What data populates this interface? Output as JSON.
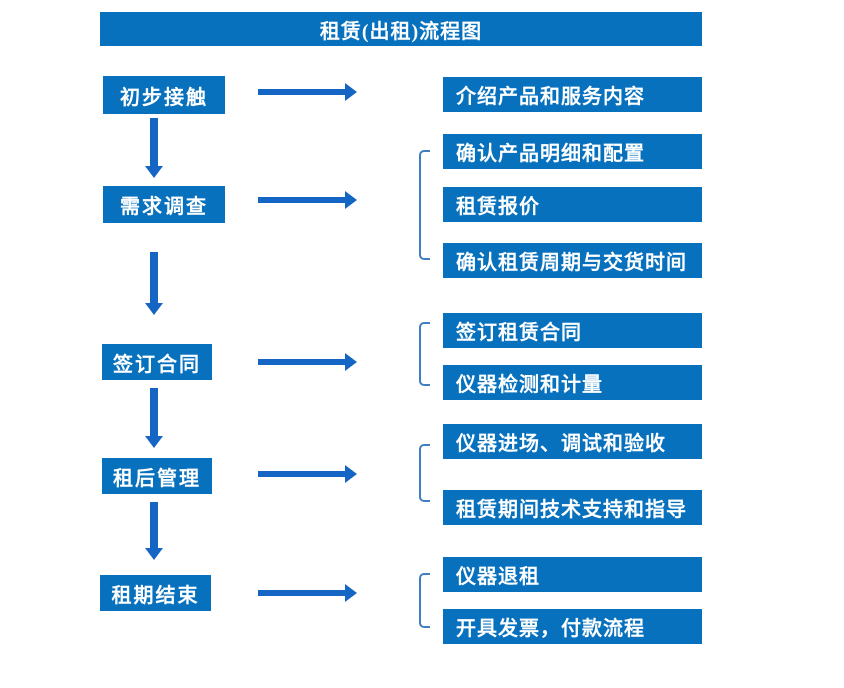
{
  "title": "租赁(出租)流程图",
  "colors": {
    "box_fill": "#0871BE",
    "box_text": "#FFFFFF",
    "arrow": "#1565C4",
    "bracket": "#4080C0"
  },
  "steps": [
    {
      "label": "初步接触",
      "details": [
        "介绍产品和服务内容"
      ]
    },
    {
      "label": "需求调查",
      "details": [
        "确认产品明细和配置",
        "租赁报价",
        "确认租赁周期与交货时间"
      ]
    },
    {
      "label": "签订合同",
      "details": [
        "签订租赁合同",
        "仪器检测和计量"
      ]
    },
    {
      "label": "租后管理",
      "details": [
        "仪器进场、调试和验收",
        "租赁期间技术支持和指导"
      ]
    },
    {
      "label": "租期结束",
      "details": [
        "仪器退租",
        "开具发票，付款流程"
      ]
    }
  ]
}
